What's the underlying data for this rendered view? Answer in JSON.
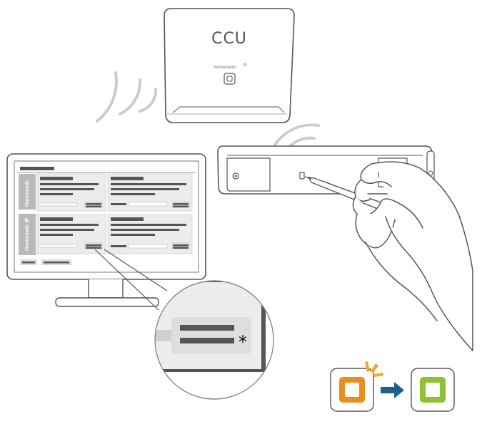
{
  "ccu": {
    "label": "CCU",
    "brand": "homematic",
    "brand_mark": "®"
  },
  "monitor": {
    "sections": [
      "Homematic",
      "Homematic IP"
    ]
  },
  "zoom": {
    "marker": "*"
  },
  "colors": {
    "outline": "#555555",
    "wave": "#cccccc",
    "panel_gray": "#b9b9b9",
    "bar_dark": "#555555",
    "led_orange": "#e8901e",
    "led_green": "#8cc234",
    "flash": "#f5a623",
    "arrow": "#1f5f8b"
  },
  "icons": [
    "wifi-waves-icon",
    "arrow-right-icon",
    "flash-icon",
    "asterisk-icon"
  ]
}
